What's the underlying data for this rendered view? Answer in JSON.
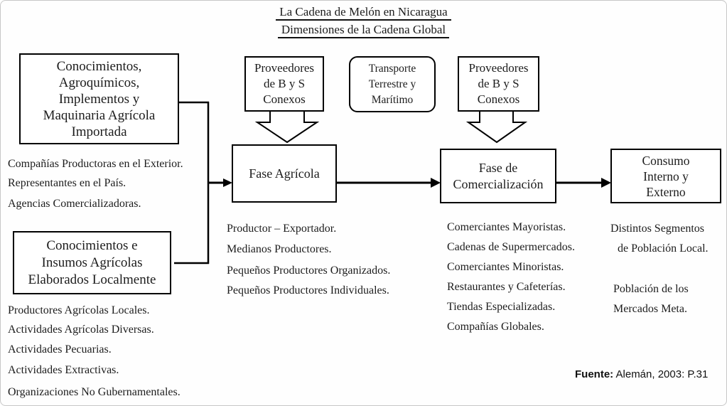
{
  "title": {
    "line1": "La Cadena de Melón en Nicaragua",
    "line2": "Dimensiones de la Cadena Global"
  },
  "boxes": {
    "importada": "Conocimientos,\nAgroquímicos,\nImplementos y\nMaquinaria Agrícola\nImportada",
    "localmente": "Conocimientos e\nInsumos Agrícolas\nElaborados Localmente",
    "proveedores1": "Proveedores\nde B y S\nConexos",
    "transporte": "Transporte\nTerrestre y\nMarítimo",
    "proveedores2": "Proveedores\nde B y S\nConexos",
    "fase_agricola": "Fase Agrícola",
    "fase_comercializacion": "Fase de\nComercialización",
    "consumo": "Consumo\nInterno y\nExterno"
  },
  "lists": {
    "exterior": [
      "Compañías Productoras en el Exterior.",
      "Representantes en el País.",
      "Agencias Comercializadoras."
    ],
    "local": [
      "Productores Agrícolas Locales.",
      "Actividades Agrícolas Diversas.",
      "Actividades Pecuarias.",
      "Actividades Extractivas.",
      "Organizaciones No Gubernamentales."
    ],
    "agricola": [
      "Productor – Exportador.",
      "Medianos Productores.",
      "Pequeños Productores Organizados.",
      "Pequeños Productores Individuales."
    ],
    "comercializacion": [
      "Comerciantes Mayoristas.",
      "Cadenas de Supermercados.",
      "Comerciantes Minoristas.",
      "Restaurantes y Cafeterías.",
      "Tiendas Especializadas.",
      "Compañías Globales."
    ],
    "consumo": [
      "Distintos Segmentos",
      "de Población Local.",
      "Población de los",
      "Mercados Meta."
    ]
  },
  "fuente": {
    "label": "Fuente:",
    "text": " Alemán, 2003: P.31"
  },
  "colors": {
    "line": "#000000",
    "text": "#1c1c1c",
    "outer_border": "#c7c7c7",
    "background": "#fefefe"
  }
}
